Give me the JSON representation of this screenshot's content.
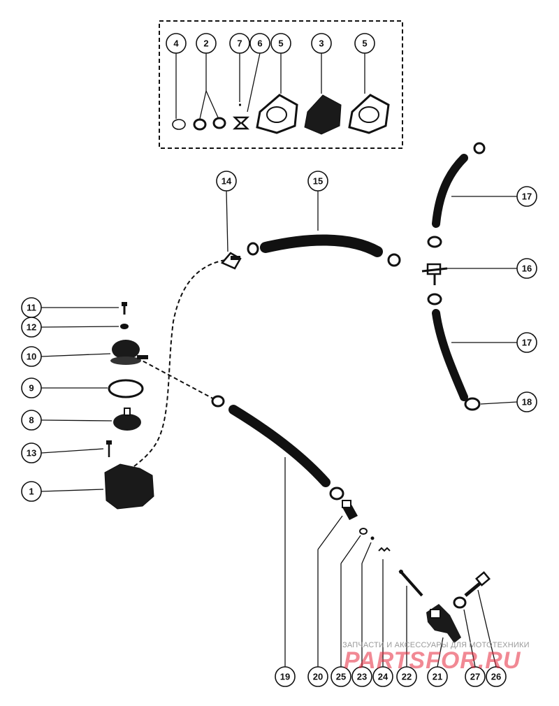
{
  "callouts": [
    {
      "label": "4"
    },
    {
      "label": "2"
    },
    {
      "label": "7"
    },
    {
      "label": "6"
    },
    {
      "label": "5"
    },
    {
      "label": "3"
    },
    {
      "label": "5"
    },
    {
      "label": "14"
    },
    {
      "label": "15"
    },
    {
      "label": "17"
    },
    {
      "label": "16"
    },
    {
      "label": "17"
    },
    {
      "label": "18"
    },
    {
      "label": "11"
    },
    {
      "label": "12"
    },
    {
      "label": "10"
    },
    {
      "label": "9"
    },
    {
      "label": "8"
    },
    {
      "label": "13"
    },
    {
      "label": "1"
    },
    {
      "label": "19"
    },
    {
      "label": "20"
    },
    {
      "label": "25"
    },
    {
      "label": "23"
    },
    {
      "label": "24"
    },
    {
      "label": "22"
    },
    {
      "label": "21"
    },
    {
      "label": "27"
    },
    {
      "label": "26"
    }
  ],
  "watermark": {
    "tagline": "ЗАПЧАСТИ И АКСЕССУАРЫ ДЛЯ МОТОТЕХНИКИ",
    "logo": "PARTSFOR.RU"
  },
  "colors": {
    "ink": "#111111",
    "watermark_red": "#e6283c",
    "watermark_gray": "#9a9a9a"
  }
}
